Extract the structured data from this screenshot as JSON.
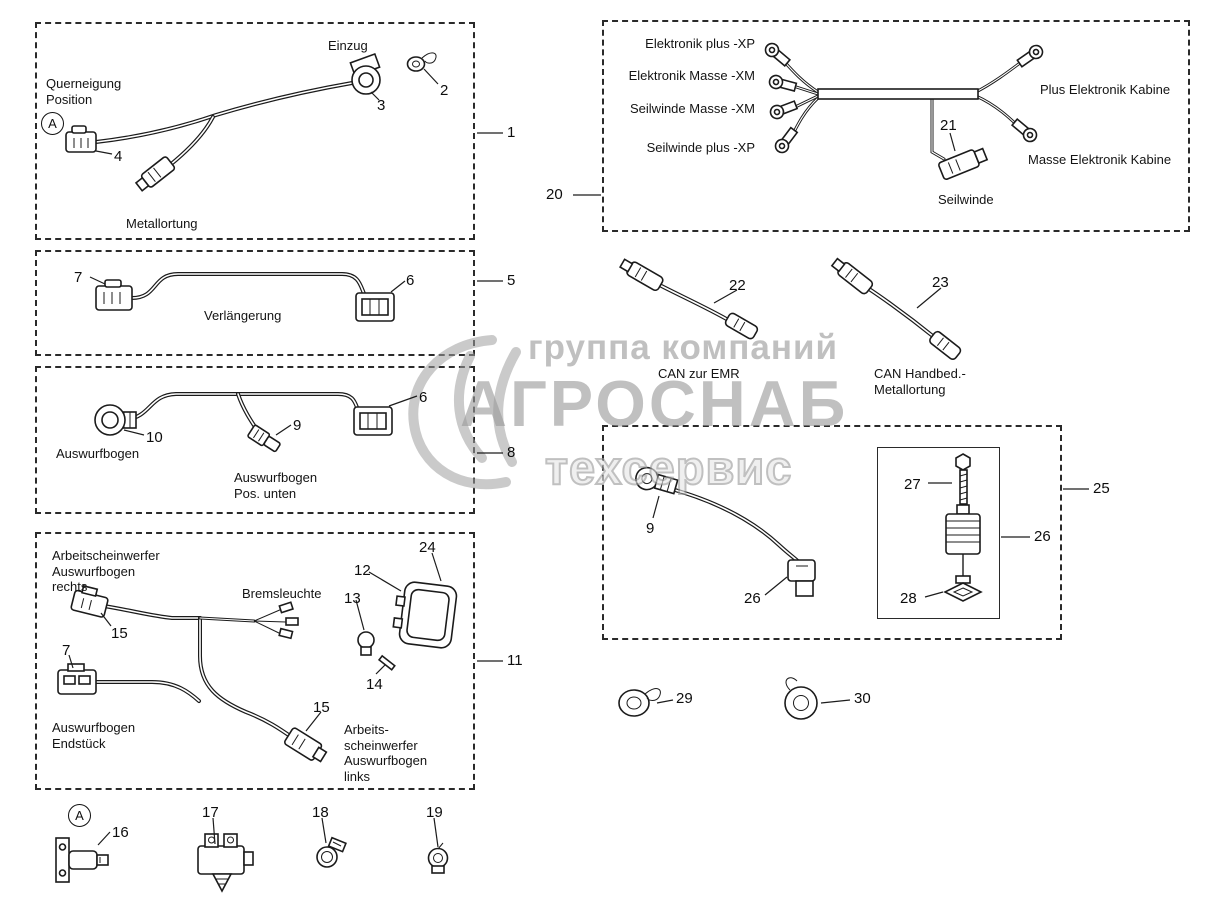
{
  "watermark": {
    "line1": "группа компаний",
    "line2": "АГРОСНАБ",
    "line3": "техсервис"
  },
  "refs": {
    "r1": "1",
    "r5": "5",
    "r8": "8",
    "r11": "11",
    "r20": "20",
    "r25": "25",
    "r26": "26"
  },
  "box1": {
    "einzug": "Einzug",
    "querneigung": "Querneigung\nPosition",
    "metallortung": "Metallortung",
    "marker": "A",
    "n2": "2",
    "n3": "3",
    "n4": "4"
  },
  "box5": {
    "verlaengerung": "Verlängerung",
    "n7": "7",
    "n6": "6"
  },
  "box8": {
    "auswurfbogen": "Auswurfbogen",
    "pos_unten": "Auswurfbogen\nPos. unten",
    "n10": "10",
    "n9": "9",
    "n6": "6"
  },
  "box11": {
    "rechts": "Arbeitscheinwerfer\nAuswurfbogen\nrechts",
    "bremsleuchte": "Bremsleuchte",
    "endstueck": "Auswurfbogen\nEndstück",
    "links": "Arbeits-\nscheinwerfer\nAuswurfbogen\nlinks",
    "n15a": "15",
    "n7": "7",
    "n12": "12",
    "n13": "13",
    "n14": "14",
    "n24": "24",
    "n15b": "15"
  },
  "box20": {
    "elektronik_plus": "Elektronik plus -XP",
    "elektronik_masse": "Elektronik Masse -XM",
    "seilwinde_masse": "Seilwinde Masse -XM",
    "seilwinde_plus": "Seilwinde plus -XP",
    "plus_kabine": "Plus Elektronik Kabine",
    "masse_kabine": "Masse Elektronik Kabine",
    "seilwinde": "Seilwinde",
    "n21": "21"
  },
  "cables": {
    "n22": "22",
    "label22": "CAN zur EMR",
    "n23": "23",
    "label23": "CAN Handbed.-\nMetallortung"
  },
  "box25": {
    "n9": "9",
    "n26": "26",
    "n27": "27",
    "n28": "28"
  },
  "misc": {
    "marker": "A",
    "n16": "16",
    "n17": "17",
    "n18": "18",
    "n19": "19",
    "n29": "29",
    "n30": "30"
  }
}
